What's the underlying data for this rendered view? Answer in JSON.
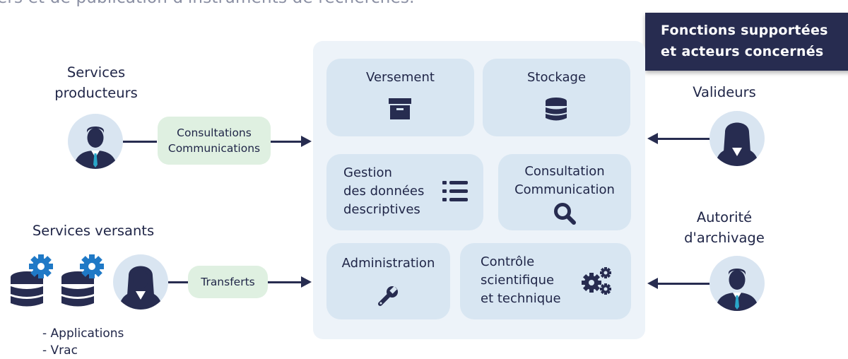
{
  "header": {
    "top_text": "ers et de publication d'instruments de recherches.",
    "badge_line1": "Fonctions supportées",
    "badge_line2": "et acteurs concernés"
  },
  "functions": {
    "versement": "Versement",
    "stockage": "Stockage",
    "gestion_line1": "Gestion",
    "gestion_line2": "des données",
    "gestion_line3": "descriptives",
    "consultation_line1": "Consultation",
    "consultation_line2": "Communication",
    "administration": "Administration",
    "controle_line1": "Contrôle",
    "controle_line2": "scientifique",
    "controle_line3": "et technique"
  },
  "actors": {
    "producteurs_line1": "Services",
    "producteurs_line2": "producteurs",
    "versants": "Services versants",
    "valideurs": "Valideurs",
    "autorite_line1": "Autorité",
    "autorite_line2": "d'archivage"
  },
  "flows": {
    "consultations_line1": "Consultations",
    "consultations_line2": "Communications",
    "transferts": "Transferts"
  },
  "sources": {
    "item1": "- Applications",
    "item2": "- Vrac"
  },
  "colors": {
    "navy": "#272c50",
    "blue_icon": "#1f79c6",
    "panel": "#edf3f9",
    "card": "#d8e6f2",
    "pill": "#dff0e1"
  }
}
